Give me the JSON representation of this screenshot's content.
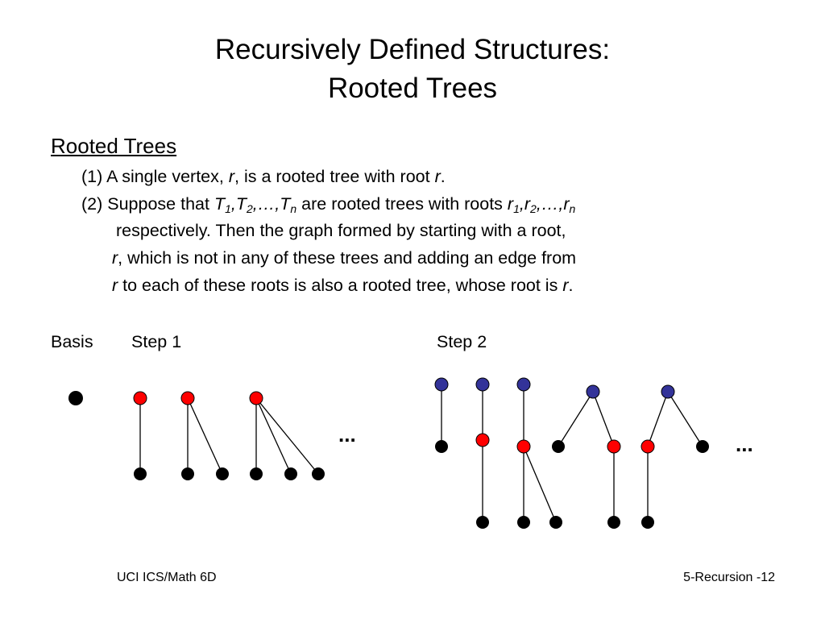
{
  "title": {
    "line1": "Recursively Defined Structures:",
    "line2": "Rooted Trees"
  },
  "heading": "Rooted Trees",
  "definition": {
    "rule1": {
      "prefix": "(1) A single vertex, ",
      "var_r": "r",
      "middle": ", is a rooted tree with root ",
      "var_r2": "r",
      "end": "."
    },
    "rule2": {
      "prefix": "(2) Suppose that ",
      "T": "T",
      "sub1": "1",
      "sub2": "2",
      "subn": "n",
      "sep": ",",
      "ellipsis": "…",
      "middle": " are rooted trees with roots ",
      "r": "r",
      "line2": "respectively.  Then the graph formed by starting with a root,",
      "line3_var": "r",
      "line3_text": ", which is not in any of these trees and adding an edge from",
      "line4_var": "r",
      "line4_text": " to each of these roots is also a rooted tree, whose root is ",
      "line4_var2": "r",
      "line4_end": "."
    }
  },
  "labels": {
    "basis": "Basis",
    "step1": "Step 1",
    "step2": "Step 2",
    "dots1": "...",
    "dots2": "..."
  },
  "footer": {
    "left": "UCI ICS/Math 6D",
    "right": "5-Recursion -12"
  },
  "colors": {
    "vertex": "#000000",
    "step1_root": "#ff0000",
    "step2_root": "#333399",
    "edge": "#000000"
  }
}
